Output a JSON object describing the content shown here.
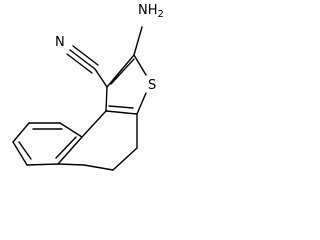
{
  "molecule": {
    "atom_labels": {
      "amino": "NH2",
      "amino_main": "NH",
      "amino_sub": "2",
      "sulfur": "S",
      "nitrile_nitrogen": "N"
    },
    "colors": {
      "bond": "#000000",
      "text": "#000000",
      "background": "#ffffff"
    }
  }
}
